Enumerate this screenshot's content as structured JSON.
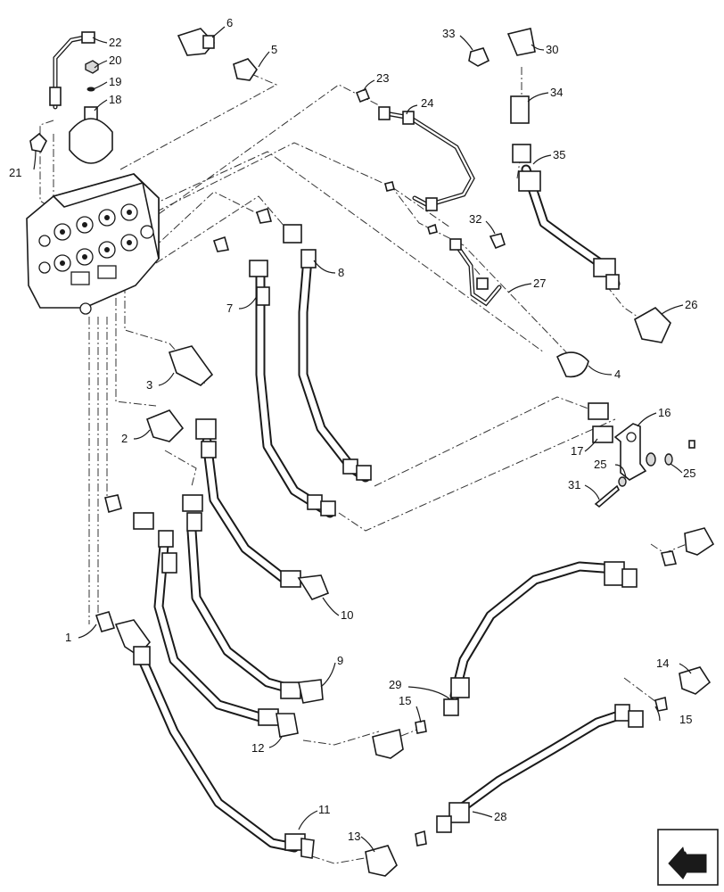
{
  "callouts": [
    {
      "id": "c1",
      "text": "1"
    },
    {
      "id": "c2",
      "text": "2"
    },
    {
      "id": "c3",
      "text": "3"
    },
    {
      "id": "c4",
      "text": "4"
    },
    {
      "id": "c5",
      "text": "5"
    },
    {
      "id": "c6",
      "text": "6"
    },
    {
      "id": "c7",
      "text": "7"
    },
    {
      "id": "c8",
      "text": "8"
    },
    {
      "id": "c9",
      "text": "9"
    },
    {
      "id": "c10",
      "text": "10"
    },
    {
      "id": "c11",
      "text": "11"
    },
    {
      "id": "c12",
      "text": "12"
    },
    {
      "id": "c13",
      "text": "13"
    },
    {
      "id": "c14",
      "text": "14"
    },
    {
      "id": "c15a",
      "text": "15"
    },
    {
      "id": "c15b",
      "text": "15"
    },
    {
      "id": "c16",
      "text": "16"
    },
    {
      "id": "c17",
      "text": "17"
    },
    {
      "id": "c18",
      "text": "18"
    },
    {
      "id": "c19",
      "text": "19"
    },
    {
      "id": "c20",
      "text": "20"
    },
    {
      "id": "c21",
      "text": "21"
    },
    {
      "id": "c22",
      "text": "22"
    },
    {
      "id": "c23",
      "text": "23"
    },
    {
      "id": "c24",
      "text": "24"
    },
    {
      "id": "c25a",
      "text": "25"
    },
    {
      "id": "c25b",
      "text": "25"
    },
    {
      "id": "c26",
      "text": "26"
    },
    {
      "id": "c27",
      "text": "27"
    },
    {
      "id": "c28",
      "text": "28"
    },
    {
      "id": "c29",
      "text": "29"
    },
    {
      "id": "c30",
      "text": "30"
    },
    {
      "id": "c31",
      "text": "31"
    },
    {
      "id": "c32",
      "text": "32"
    },
    {
      "id": "c33",
      "text": "33"
    },
    {
      "id": "c34",
      "text": "34"
    },
    {
      "id": "c35",
      "text": "35"
    }
  ],
  "icons": {
    "nav": "prev-page-arrow-icon"
  },
  "colors": {
    "ink": "#1a1a1a",
    "paper": "#ffffff",
    "shade": "#d8d8d8"
  }
}
